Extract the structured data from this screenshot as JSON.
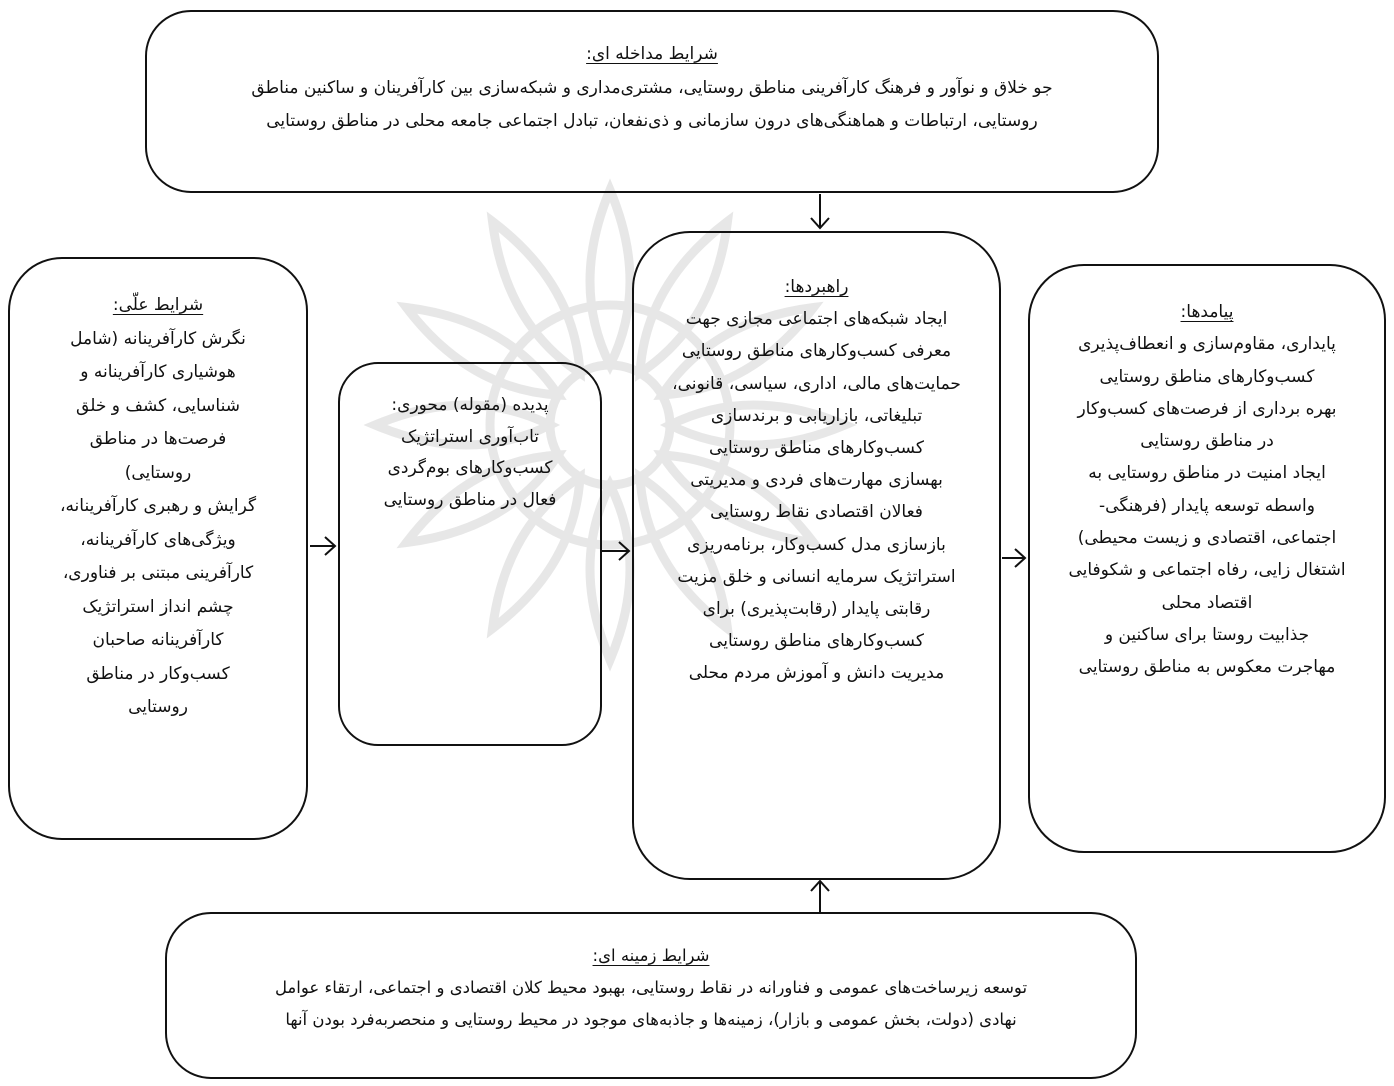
{
  "diagram": {
    "intervening_conditions": {
      "title": "شرایط مداخله ای:",
      "lines": [
        "جو خلاق و نوآور و فرهنگ کارآفرینی مناطق روستایی، مشتری‌مداری و شبکه‌سازی بین کارآفرینان و ساکنین مناطق",
        "روستایی، ارتباطات و هماهنگی‌های درون سازمانی و ذی‌نفعان، تبادل اجتماعی جامعه محلی در مناطق روستایی"
      ]
    },
    "causal_conditions": {
      "title": "شرایط علّی:",
      "lines": [
        "نگرش کارآفرینانه (شامل",
        "هوشیاری کارآفرینانه و",
        "شناسایی، کشف و خلق",
        "فرصت‌ها در مناطق",
        "روستایی)",
        "گرایش و رهبری کارآفرینانه،",
        "ویژگی‌های کارآفرینانه،",
        "کارآفرینی مبتنی بر فناوری،",
        "چشم انداز استراتژیک",
        "کارآفرینانه صاحبان",
        "کسب‌وکار در مناطق",
        "روستایی"
      ]
    },
    "central_phenomenon": {
      "title": "پدیده (مقوله) محوری:",
      "lines": [
        "تاب‌آوری استراتژیک",
        "کسب‌وکارهای بوم‌گردی",
        "فعال در مناطق روستایی"
      ]
    },
    "strategies": {
      "title": "راهبردها:",
      "lines": [
        "ایجاد شبکه‌های اجتماعی مجازی جهت",
        "معرفی کسب‌وکارهای مناطق روستایی",
        "حمایت‌های مالی، اداری، سیاسی، قانونی،",
        "تبلیغاتی، بازاریابی و برندسازی",
        "کسب‌وکارهای مناطق روستایی",
        "بهسازی مهارت‌های فردی و مدیریتی",
        "فعالان اقتصادی نقاط روستایی",
        "بازسازی مدل کسب‌وکار، برنامه‌ریزی",
        "استراتژیک سرمایه انسانی و خلق مزیت",
        "رقابتی پایدار (رقابت‌پذیری) برای",
        "کسب‌وکارهای مناطق روستایی",
        "مدیریت دانش و آموزش مردم محلی"
      ]
    },
    "outcomes": {
      "title": "پیامدها:",
      "lines": [
        "پایداری، مقاوم‌سازی و انعطاف‌پذیری",
        "کسب‌وکارهای مناطق روستایی",
        "بهره برداری از فرصت‌های کسب‌وکار",
        "در مناطق روستایی",
        "ایجاد امنیت در مناطق روستایی به",
        "واسطه توسعه پایدار (فرهنگی-",
        "اجتماعی، اقتصادی و زیست محیطی)",
        "اشتغال زایی، رفاه اجتماعی و شکوفایی",
        "اقتصاد محلی",
        "جذابیت روستا برای ساکنین و",
        "مهاجرت معکوس به مناطق روستایی"
      ]
    },
    "contextual_conditions": {
      "title": "شرایط زمینه ای:",
      "lines": [
        "توسعه زیرساخت‌های عمومی و فناورانه در نقاط روستایی، بهبود محیط کلان اقتصادی و اجتماعی، ارتقاء  عوامل",
        "نهادی (دولت، بخش عمومی و بازار)، زمینه‌ها و جاذبه‌های موجود در محیط روستایی و منحصربه‌فرد بودن آنها"
      ]
    }
  },
  "colors": {
    "line": "#111111",
    "watermark": "#cfcfcf"
  }
}
